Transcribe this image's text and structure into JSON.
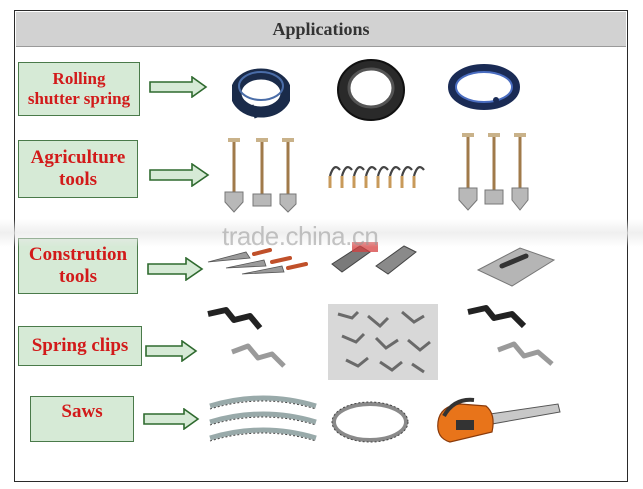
{
  "header": {
    "title": "Applications"
  },
  "rows": [
    {
      "label": "Rolling shutter spring"
    },
    {
      "label": "Agriculture tools"
    },
    {
      "label": "Constrution tools"
    },
    {
      "label": "Spring clips"
    },
    {
      "label": "Saws"
    }
  ],
  "watermark": "trade.china.cn",
  "colors": {
    "label_bg": "#d6ead6",
    "label_text": "#d21a1a",
    "arrow_fill": "#d6ead6",
    "arrow_stroke": "#2f6a2f",
    "header_bg": "#d2d2d2"
  }
}
